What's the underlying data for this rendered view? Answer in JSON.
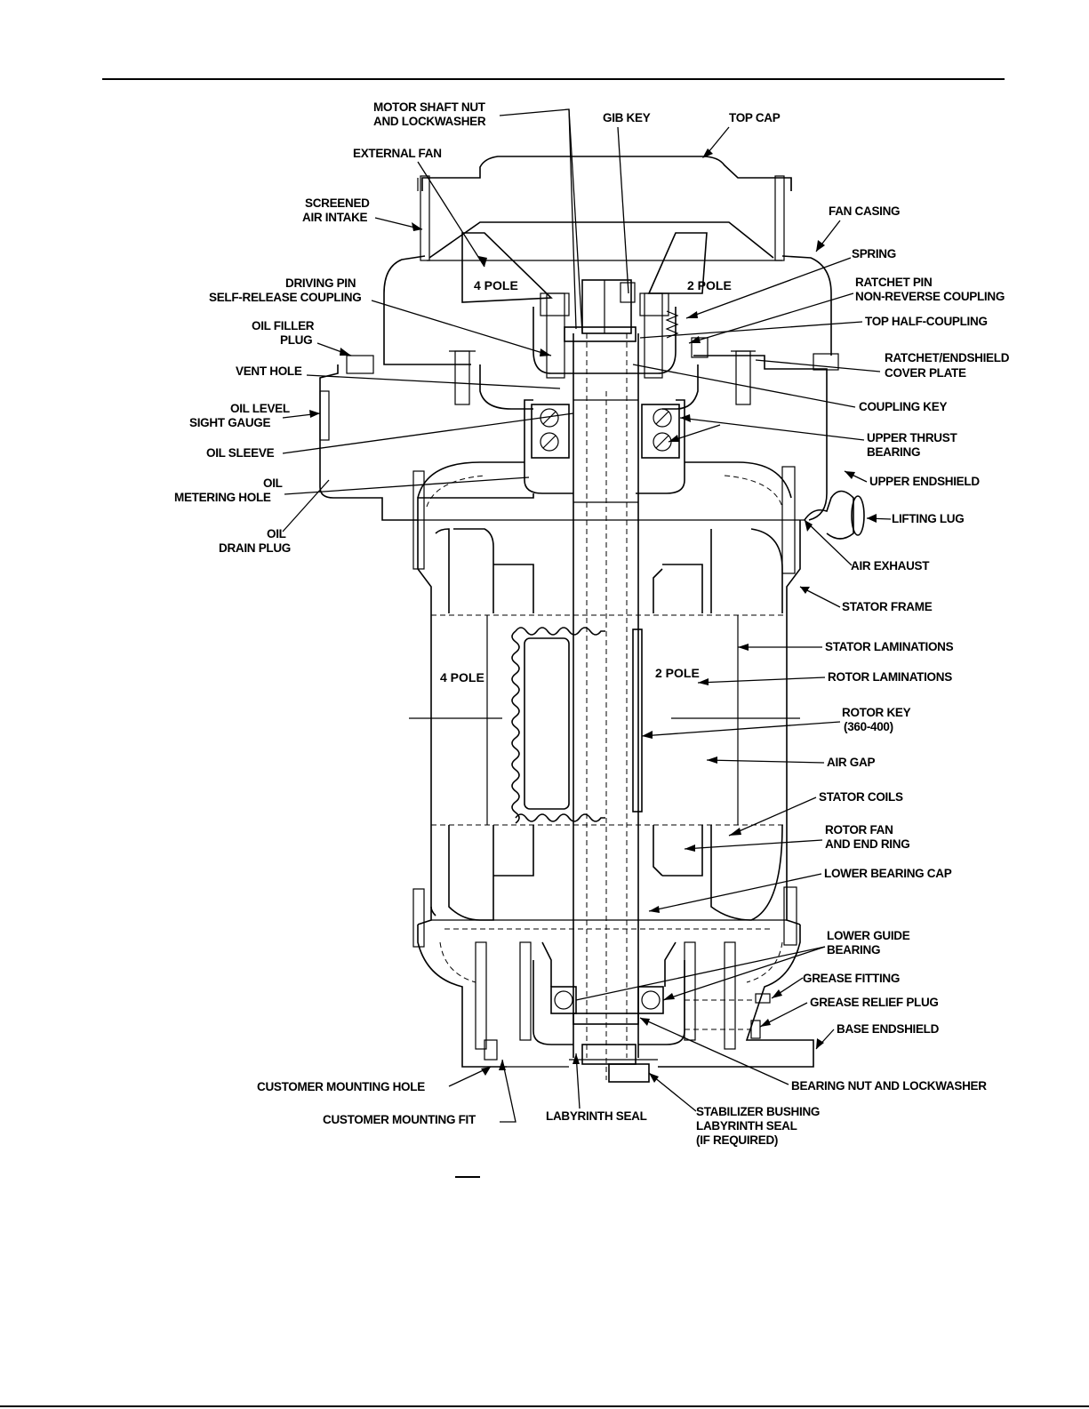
{
  "labels": {
    "motor_shaft_nut_1": "MOTOR SHAFT NUT",
    "motor_shaft_nut_2": "AND LOCKWASHER",
    "gib_key": "GIB KEY",
    "top_cap": "TOP CAP",
    "external_fan": "EXTERNAL FAN",
    "screened_1": "SCREENED",
    "screened_2": "AIR INTAKE",
    "fan_casing": "FAN CASING",
    "spring": "SPRING",
    "driving_pin_1": "DRIVING PIN",
    "driving_pin_2": "SELF-RELEASE COUPLING",
    "ratchet_pin_1": "RATCHET PIN",
    "ratchet_pin_2": "NON-REVERSE COUPLING",
    "top_half_coupling": "TOP HALF-COUPLING",
    "oil_filler_1": "OIL FILLER",
    "oil_filler_2": "PLUG",
    "ratchet_endshield_1": "RATCHET/ENDSHIELD",
    "ratchet_endshield_2": "COVER PLATE",
    "vent_hole": "VENT HOLE",
    "coupling_key": "COUPLING KEY",
    "oil_level_1": "OIL LEVEL",
    "oil_level_2": "SIGHT GAUGE",
    "oil_sleeve": "OIL SLEEVE",
    "upper_thrust_1": "UPPER THRUST",
    "upper_thrust_2": "BEARING",
    "oil_metering_1": "OIL",
    "oil_metering_2": "METERING HOLE",
    "upper_endshield": "UPPER ENDSHIELD",
    "lifting_lug": "LIFTING LUG",
    "oil_drain_1": "OIL",
    "oil_drain_2": "DRAIN PLUG",
    "air_exhaust": "AIR EXHAUST",
    "stator_frame": "STATOR FRAME",
    "stator_laminations": "STATOR LAMINATIONS",
    "rotor_laminations": "ROTOR LAMINATIONS",
    "rotor_key_1": "ROTOR KEY",
    "rotor_key_2": "(360-400)",
    "air_gap": "AIR GAP",
    "stator_coils": "STATOR COILS",
    "rotor_fan_1": "ROTOR FAN",
    "rotor_fan_2": "AND END RING",
    "lower_bearing_cap": "LOWER BEARING CAP",
    "lower_guide_1": "LOWER GUIDE",
    "lower_guide_2": "BEARING",
    "grease_fitting": "GREASE FITTING",
    "grease_relief": "GREASE RELIEF PLUG",
    "base_endshield": "BASE ENDSHIELD",
    "customer_mounting_hole": "CUSTOMER MOUNTING HOLE",
    "bearing_nut": "BEARING NUT AND LOCKWASHER",
    "customer_mounting_fit": "CUSTOMER MOUNTING FIT",
    "labyrinth_seal": "LABYRINTH SEAL",
    "stabilizer_1": "STABILIZER BUSHING",
    "stabilizer_2": "LABYRINTH SEAL",
    "stabilizer_3": "(IF REQUIRED)"
  },
  "inner_labels": {
    "fan_4_pole": "4 POLE",
    "fan_2_pole": "2 POLE",
    "rotor_4_pole": "4 POLE",
    "rotor_2_pole": "2 POLE"
  }
}
